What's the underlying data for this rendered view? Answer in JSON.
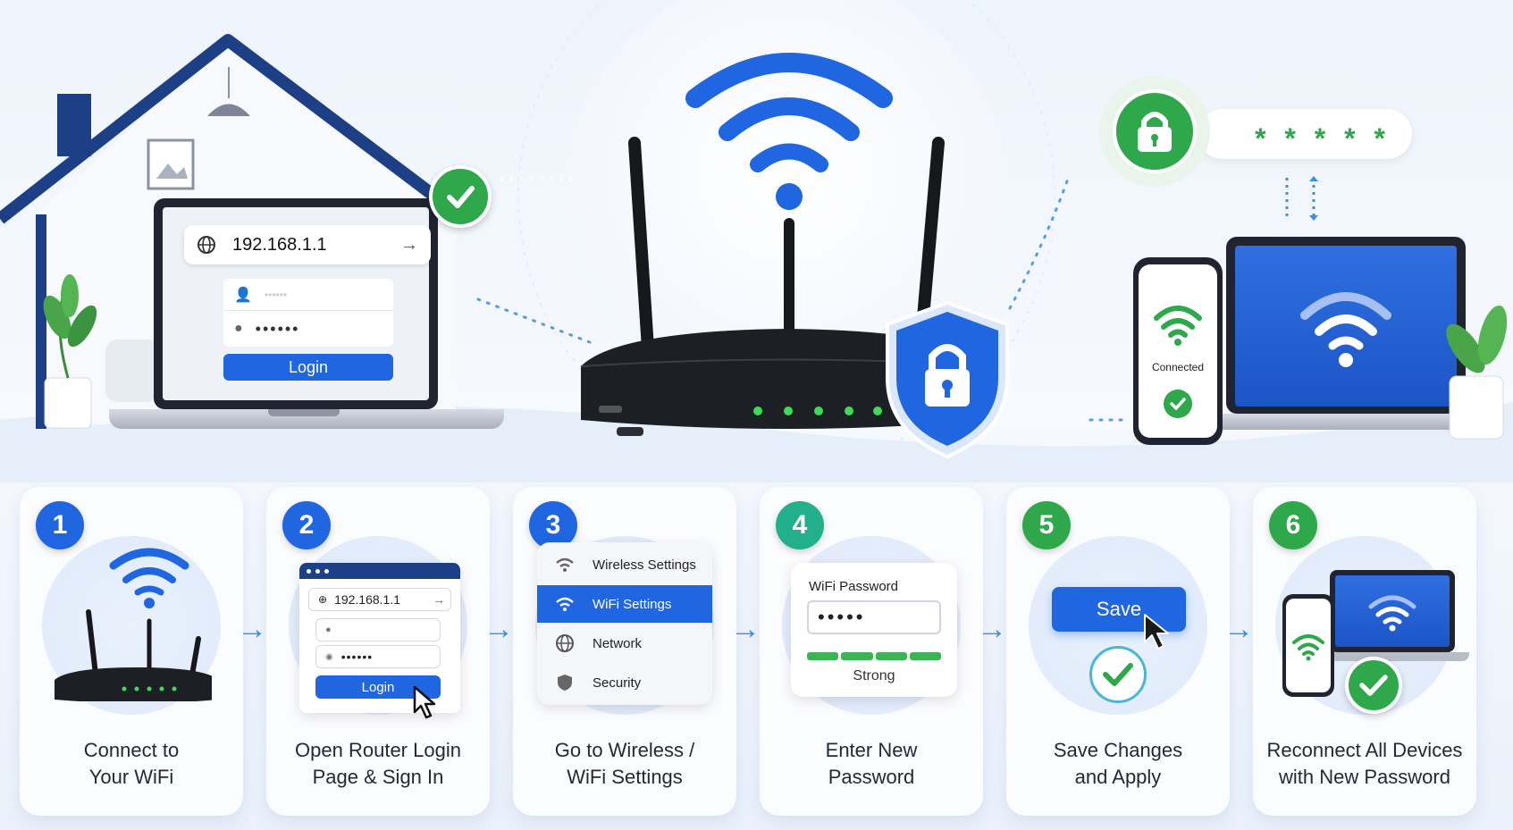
{
  "hero": {
    "ip_address": "192.168.1.1",
    "username_mask": "••••••",
    "password_mask": "••••••",
    "login_label": "Login",
    "password_stars": "* * * * *",
    "connected_label": "Connected"
  },
  "steps": [
    {
      "number": "1",
      "caption_line1": "Connect to",
      "caption_line2": "Your WiFi"
    },
    {
      "number": "2",
      "caption_line1": "Open Router Login",
      "caption_line2": "Page & Sign In",
      "ip_address": "192.168.1.1",
      "password_mask": "••••••",
      "login_label": "Login"
    },
    {
      "number": "3",
      "caption_line1": "Go to Wireless /",
      "caption_line2": "WiFi Settings",
      "menu": [
        "Wireless Settings",
        "WiFi Settings",
        "Network",
        "Security"
      ]
    },
    {
      "number": "4",
      "caption_line1": "Enter New",
      "caption_line2": "Password",
      "field_label": "WiFi Password",
      "password_mask": "•••••",
      "strength_label": "Strong"
    },
    {
      "number": "5",
      "caption_line1": "Save Changes",
      "caption_line2": "and Apply",
      "save_label": "Save"
    },
    {
      "number": "6",
      "caption_line1": "Reconnect All Devices",
      "caption_line2": "with New Password"
    }
  ],
  "colors": {
    "brand_blue": "#1f66e0",
    "success_green": "#2ea84a",
    "teal": "#22b08c",
    "router_black": "#1c1f24"
  }
}
